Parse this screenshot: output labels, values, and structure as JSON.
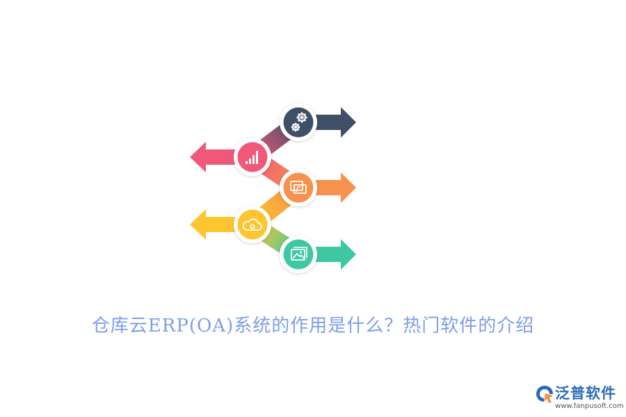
{
  "title": "仓库云ERP(OA)系统的作用是什么？热门软件的介绍",
  "title_color": "#7d9ee6",
  "logo": {
    "name": "泛普软件",
    "url": "www.fanpusoft.com",
    "name_color": "#2c6bb8",
    "url_color": "#555555"
  },
  "steps": [
    {
      "icon": "gears-icon",
      "color": "#3f4f66",
      "direction": "right"
    },
    {
      "icon": "bar-chart-icon",
      "color": "#f0587a",
      "direction": "left"
    },
    {
      "icon": "monitor-icon",
      "color": "#f7914e",
      "direction": "right"
    },
    {
      "icon": "cloud-icon",
      "color": "#fdc52f",
      "direction": "left"
    },
    {
      "icon": "image-icon",
      "color": "#3ec8a2",
      "direction": "right"
    }
  ]
}
